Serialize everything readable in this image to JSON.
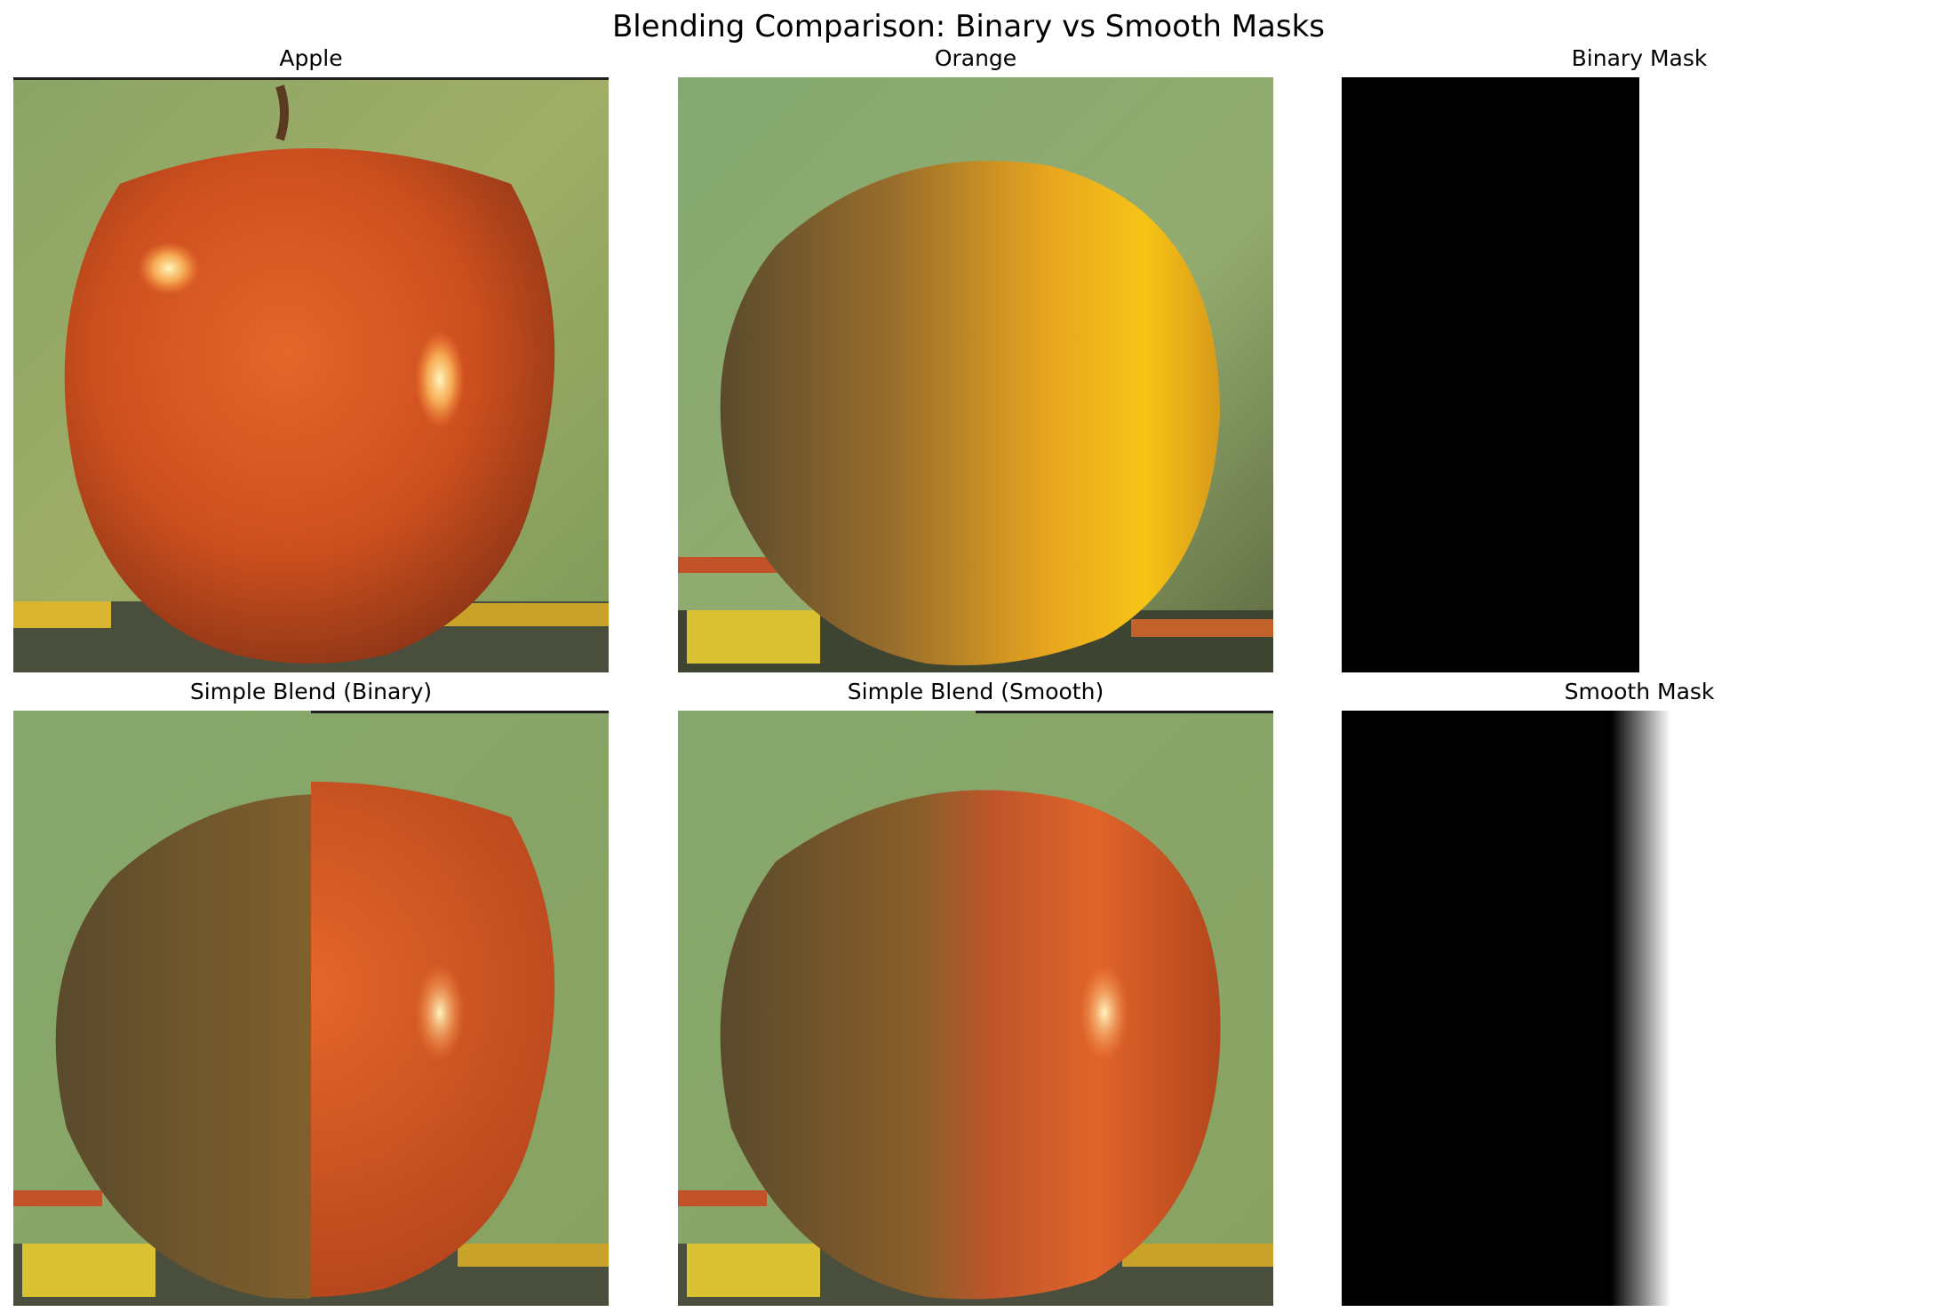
{
  "figure": {
    "title": "Blending Comparison: Binary vs Smooth Masks"
  },
  "panels": [
    {
      "id": "apple",
      "title": "Apple"
    },
    {
      "id": "orange",
      "title": "Orange"
    },
    {
      "id": "binary_mask",
      "title": "Binary Mask"
    },
    {
      "id": "blend_binary",
      "title": "Simple Blend (Binary)"
    },
    {
      "id": "blend_smooth",
      "title": "Simple Blend (Smooth)"
    },
    {
      "id": "smooth_mask",
      "title": "Smooth Mask"
    }
  ],
  "colors": {
    "background_green": "#8fa86a",
    "apple_red": "#d2531f",
    "orange_yellow": "#f2b01c",
    "mask_black": "#000000",
    "mask_white": "#ffffff"
  }
}
